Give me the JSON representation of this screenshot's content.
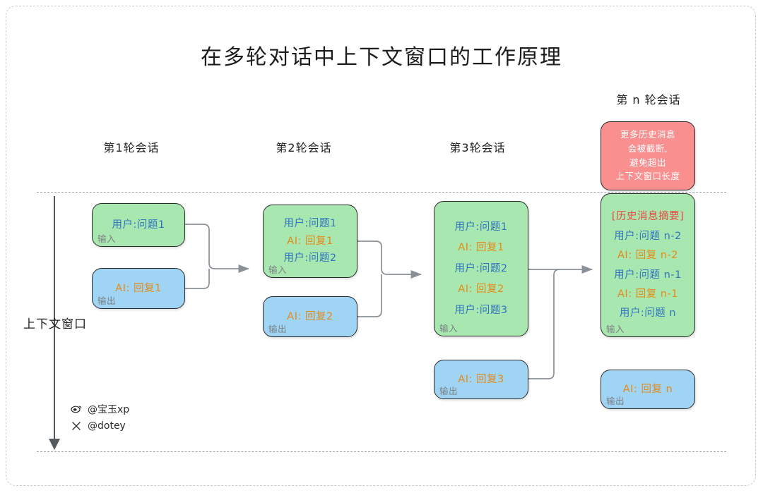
{
  "title": "在多轮对话中上下文窗口的工作原理",
  "axis": {
    "label": "上下文窗口",
    "arrow_icon": "down-arrow-icon"
  },
  "rounds": [
    {
      "heading": "第1轮会话",
      "input": {
        "io_label": "输入",
        "lines": [
          {
            "text": "用户:问题1",
            "kind": "user"
          }
        ]
      },
      "output": {
        "io_label": "输出",
        "lines": [
          {
            "text": "AI: 回复1",
            "kind": "ai"
          }
        ]
      }
    },
    {
      "heading": "第2轮会话",
      "input": {
        "io_label": "输入",
        "lines": [
          {
            "text": "用户:问题1",
            "kind": "user"
          },
          {
            "text": "AI: 回复1",
            "kind": "ai"
          },
          {
            "text": "用户:问题2",
            "kind": "user"
          }
        ]
      },
      "output": {
        "io_label": "输出",
        "lines": [
          {
            "text": "AI: 回复2",
            "kind": "ai"
          }
        ]
      }
    },
    {
      "heading": "第3轮会话",
      "input": {
        "io_label": "输入",
        "lines": [
          {
            "text": "用户:问题1",
            "kind": "user"
          },
          {
            "text": "AI: 回复1",
            "kind": "ai"
          },
          {
            "text": "用户:问题2",
            "kind": "user"
          },
          {
            "text": "AI: 回复2",
            "kind": "ai"
          },
          {
            "text": "用户:问题3",
            "kind": "user"
          }
        ]
      },
      "output": {
        "io_label": "输出",
        "lines": [
          {
            "text": "AI: 回复3",
            "kind": "ai"
          }
        ]
      }
    },
    {
      "heading": "第 n 轮会话",
      "truncated": {
        "lines": [
          {
            "text": "更多历史消息",
            "kind": "warn"
          },
          {
            "text": "会被截断,",
            "kind": "warn"
          },
          {
            "text": "避免超出",
            "kind": "warn"
          },
          {
            "text": "上下文窗口长度",
            "kind": "warn"
          }
        ]
      },
      "input": {
        "io_label": "输入",
        "lines": [
          {
            "text": "[历史消息摘要]",
            "kind": "summary"
          },
          {
            "text": "用户:问题 n-2",
            "kind": "user"
          },
          {
            "text": "AI: 回复 n-2",
            "kind": "ai"
          },
          {
            "text": "用户:问题 n-1",
            "kind": "user"
          },
          {
            "text": "AI: 回复 n-1",
            "kind": "ai"
          },
          {
            "text": "用户:问题 n",
            "kind": "user"
          }
        ]
      },
      "output": {
        "io_label": "输出",
        "lines": [
          {
            "text": "AI: 回复 n",
            "kind": "ai"
          }
        ]
      }
    }
  ],
  "social": [
    {
      "icon": "weibo-icon",
      "handle": "@宝玉xp"
    },
    {
      "icon": "x-twitter-icon",
      "handle": "@dotey"
    }
  ],
  "colors": {
    "green_fill": "#a9e7b0",
    "blue_fill": "#9fd4f5",
    "red_fill": "#f98f8f",
    "user_text": "#2f74c0",
    "ai_text": "#e58a19",
    "summary_text": "#e8483f",
    "connector": "#8a9097",
    "dashed_boundary": "#9aa0a6"
  }
}
